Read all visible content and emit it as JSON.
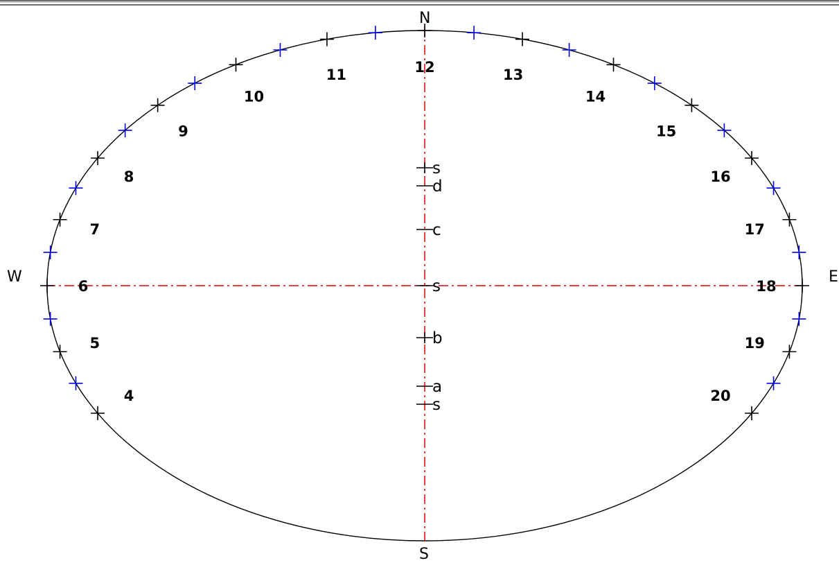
{
  "compass": {
    "north": "N",
    "south": "S",
    "east": "E",
    "west": "W"
  },
  "colors": {
    "background": "#ffffff",
    "outline": "#000000",
    "axis": "#dd0000",
    "hour_tick": "#000000",
    "half_hour_tick": "#0000ee",
    "window_bar_dark": "#6e6e6e",
    "window_bar_light": "#c8c8c8"
  },
  "hours": [
    {
      "label": "4",
      "hour": 4
    },
    {
      "label": "5",
      "hour": 5
    },
    {
      "label": "6",
      "hour": 6
    },
    {
      "label": "7",
      "hour": 7
    },
    {
      "label": "8",
      "hour": 8
    },
    {
      "label": "9",
      "hour": 9
    },
    {
      "label": "10",
      "hour": 10
    },
    {
      "label": "11",
      "hour": 11
    },
    {
      "label": "12",
      "hour": 12
    },
    {
      "label": "13",
      "hour": 13
    },
    {
      "label": "14",
      "hour": 14
    },
    {
      "label": "15",
      "hour": 15
    },
    {
      "label": "16",
      "hour": 16
    },
    {
      "label": "17",
      "hour": 17
    },
    {
      "label": "18",
      "hour": 18
    },
    {
      "label": "19",
      "hour": 19
    },
    {
      "label": "20",
      "hour": 20
    }
  ],
  "half_hours": [
    4.5,
    5.5,
    6.5,
    7.5,
    8.5,
    9.5,
    10.5,
    11.5,
    12.5,
    13.5,
    14.5,
    15.5,
    16.5,
    17.5,
    18.5,
    19.5
  ],
  "axis_marks": [
    {
      "label": "s",
      "mark": "cross"
    },
    {
      "label": "d",
      "mark": "dash"
    },
    {
      "label": "c",
      "mark": "dash"
    },
    {
      "label": "s",
      "mark": "dash"
    },
    {
      "label": "b",
      "mark": "cross"
    },
    {
      "label": "a",
      "mark": "dash"
    },
    {
      "label": "s",
      "mark": "dash"
    }
  ]
}
